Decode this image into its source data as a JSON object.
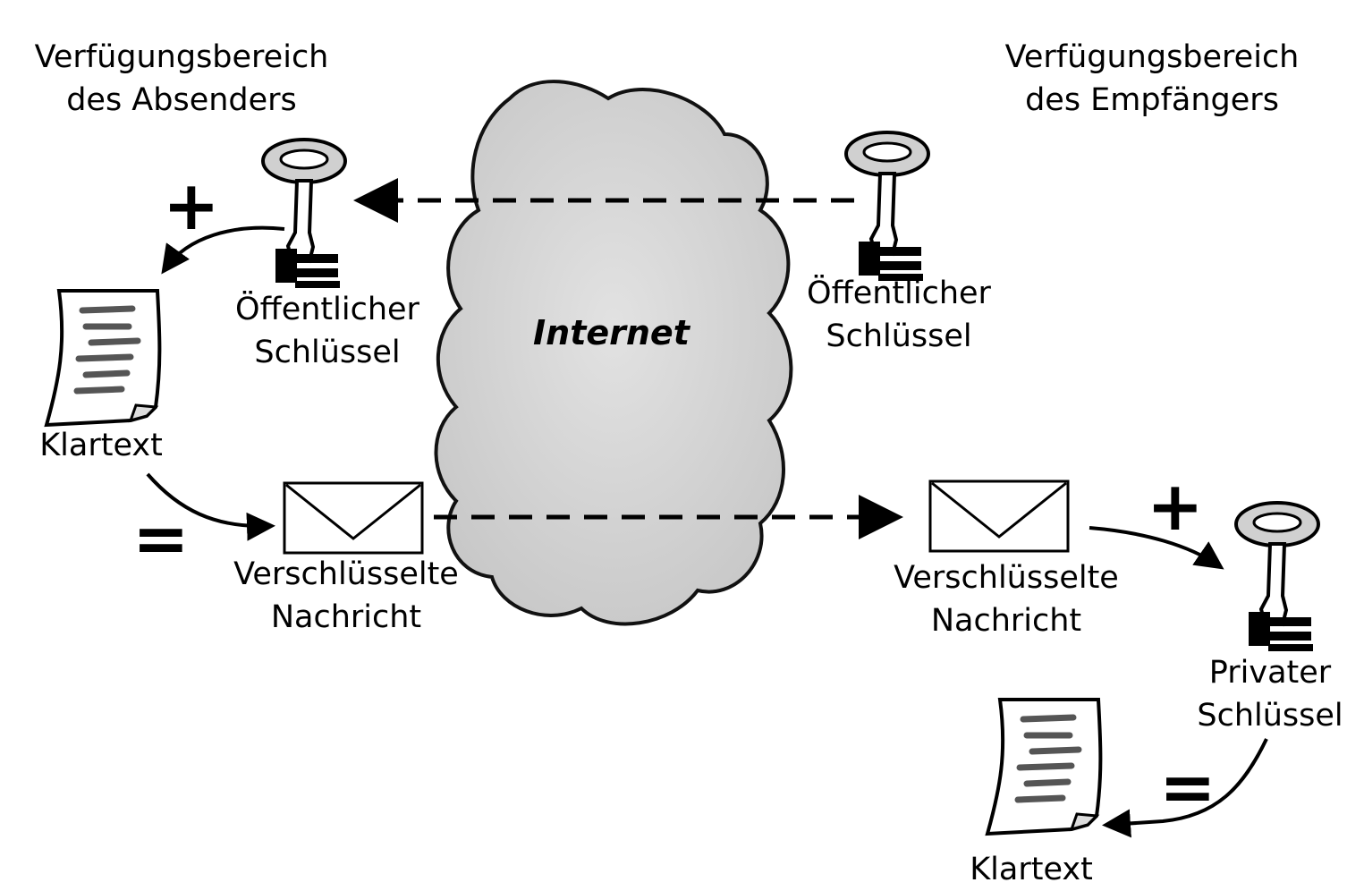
{
  "sender_area": {
    "line1": "Verfügungsbereich",
    "line2": "des Absenders"
  },
  "recipient_area": {
    "line1": "Verfügungsbereich",
    "line2": "des Empfängers"
  },
  "cloud": {
    "label": "Internet"
  },
  "sender_public_key": {
    "line1": "Öffentlicher",
    "line2": "Schlüssel"
  },
  "recipient_public_key": {
    "line1": "Öffentlicher",
    "line2": "Schlüssel"
  },
  "sender_plaintext": {
    "label": "Klartext"
  },
  "sender_message": {
    "line1": "Verschlüsselte",
    "line2": "Nachricht"
  },
  "recipient_message": {
    "line1": "Verschlüsselte",
    "line2": "Nachricht"
  },
  "private_key": {
    "line1": "Privater",
    "line2": "Schlüssel"
  },
  "recipient_plaintext": {
    "label": "Klartext"
  },
  "symbols": {
    "plus": "+",
    "equals": "="
  },
  "icons": [
    "key-icon",
    "document-icon",
    "envelope-icon",
    "cloud-icon"
  ]
}
